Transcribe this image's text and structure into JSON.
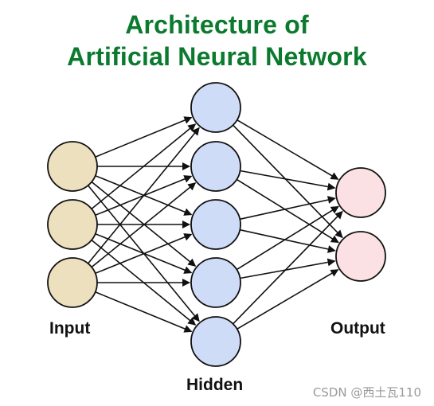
{
  "title": {
    "line1": "Architecture of",
    "line2": "Artificial Neural Network"
  },
  "layers": {
    "input": {
      "label": "Input",
      "count": 3,
      "fill": "#ede0bf"
    },
    "hidden": {
      "label": "Hidden",
      "count": 5,
      "fill": "#cfdcf7"
    },
    "output": {
      "label": "Output",
      "count": 2,
      "fill": "#fce1e4"
    }
  },
  "colors": {
    "title": "#0b7a2e",
    "stroke": "#111111"
  },
  "watermark": "CSDN @西土瓦110"
}
